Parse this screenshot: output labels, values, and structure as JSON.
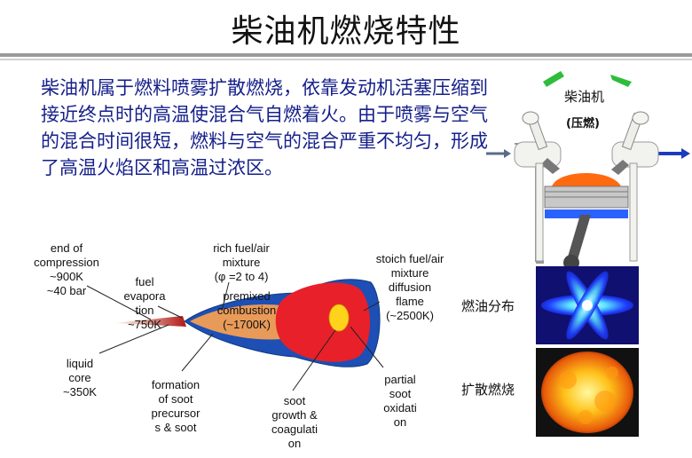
{
  "slide": {
    "title": "柴油机燃烧特性",
    "paragraph": "柴油机属于燃料喷雾扩散燃烧，依靠发动机活塞压缩到接近终点时的高温使混合气自燃着火。由于喷雾与空气的混合时间很短，燃料与空气的混合严重不均匀，形成了高温火焰区和高温过浓区。"
  },
  "diagram": {
    "end_compression": [
      "end of",
      "compression",
      "~900K",
      "~40 bar"
    ],
    "fuel_evap": [
      "fuel",
      "evapora",
      "tion",
      "~750K"
    ],
    "rich_mixture": [
      "rich fuel/air",
      "mixture",
      "(φ =2 to 4)"
    ],
    "premixed": [
      "premixed",
      "combustion",
      "(~1700K)"
    ],
    "stoich": [
      "stoich fuel/air",
      "mixture",
      "diffusion",
      "flame",
      "(~2500K)"
    ],
    "liquid_core": [
      "liquid",
      "core",
      "~350K"
    ],
    "soot_formation": [
      "formation",
      "of soot",
      "precursor",
      "s & soot"
    ],
    "soot_growth": [
      "soot",
      "growth &",
      "coagulati",
      "on"
    ],
    "partial_ox": [
      "partial",
      "soot",
      "oxidati",
      "on"
    ]
  },
  "engine": {
    "label": "柴油机",
    "sublabel": "(压燃)",
    "fuel_dist_label": "燃油分布",
    "diffusion_label": "扩散燃烧"
  },
  "colors": {
    "title_rule": "#9a9a9a",
    "paragraph_text": "#16208a",
    "flame_red": "#e8202a",
    "flame_blue": "#1d4fb5",
    "flame_orange": "#e89a58",
    "core_yellow": "#ffd21c"
  }
}
